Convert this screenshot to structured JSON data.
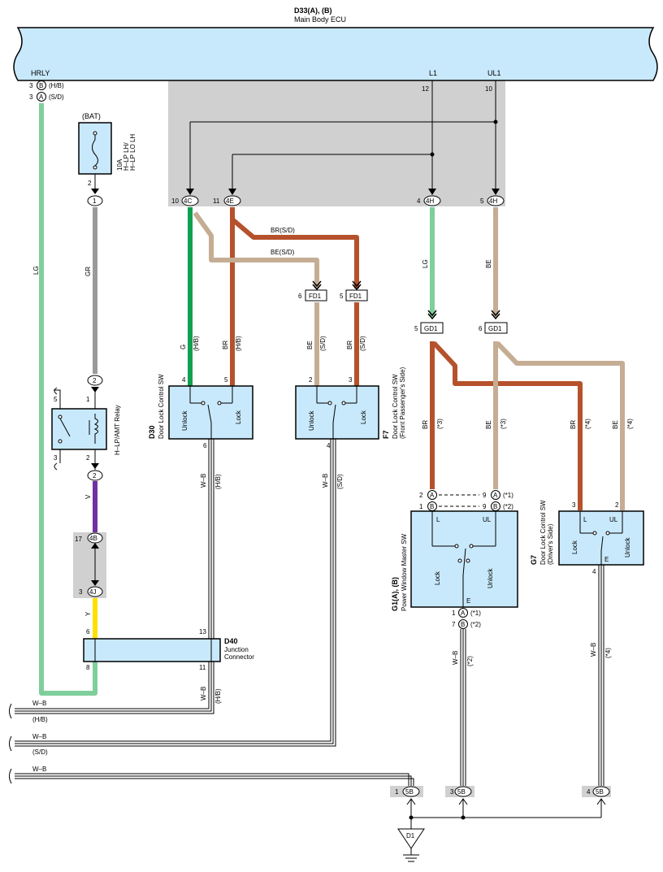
{
  "ecu": {
    "code": "D33(A), (B)",
    "name": "Main Body ECU",
    "hrly": "HRLY",
    "l1": "L1",
    "ul1": "UL1",
    "pin_l1": "12",
    "pin_ul1": "10"
  },
  "hrly_pins": {
    "p1_num": "3",
    "p1_letter": "B",
    "p1_note": "(H/B)",
    "p2_num": "3",
    "p2_letter": "A",
    "p2_note": "(S/D)"
  },
  "fuse": {
    "bat": "(BAT)",
    "rating": "10A",
    "names": [
      "H–LP LH/",
      "H–LP LO LH"
    ],
    "pin": "2",
    "conn": "1"
  },
  "relay": {
    "name": "H–LP/AMT Relay",
    "p2_top": "2",
    "p1": "1",
    "p5": "5",
    "p3": "3",
    "p2_bot_pin": "2",
    "p2_bot_conn": "2"
  },
  "junctions": {
    "j17": "17",
    "j4b": "4B",
    "j3": "3",
    "j4j": "4J"
  },
  "wires": {
    "lg": "LG",
    "gr": "GR",
    "v": "V",
    "y": "Y",
    "g": "G",
    "br": "BR",
    "be": "BE",
    "wb": "W–B",
    "hb": "(H/B)",
    "sd": "(S/D)",
    "br_sd": "BR(S/D)",
    "be_sd": "BE(S/D)",
    "n3": "(*3)",
    "n4": "(*4)",
    "n2": "(*2)"
  },
  "ecu_conn": {
    "p10": "10",
    "c4c": "4C",
    "p11": "11",
    "c4e": "4E",
    "p4": "4",
    "c4h1": "4H",
    "p5": "5",
    "c4h2": "4H"
  },
  "fd": {
    "p6": "6",
    "label": "FD1",
    "p5": "5"
  },
  "gd": {
    "p5": "5",
    "label": "GD1",
    "p6": "6"
  },
  "d30": {
    "code": "D30",
    "name": "Door Lock Control SW",
    "unlock": "Unlock",
    "lock": "Lock",
    "pin4": "4",
    "pin5": "5",
    "pin6": "6"
  },
  "f7": {
    "code": "F7",
    "name": "Door Lock Control SW",
    "side": "(Front Passenger's Side)",
    "unlock": "Unlock",
    "lock": "Lock",
    "pin2": "2",
    "pin3": "3",
    "pin4": "4"
  },
  "g1": {
    "code": "G1(A), (B)",
    "name": "Power Window Master SW",
    "lock": "Lock",
    "unlock": "Unlock",
    "l": "L",
    "ul": "UL",
    "e": "E",
    "r1a": "2",
    "r1b": "A",
    "r1c": "9",
    "r1d": "A",
    "r1e": "(*1)",
    "r2a": "1",
    "r2b": "B",
    "r2c": "9",
    "r2d": "B",
    "r2e": "(*2)",
    "r3a": "1",
    "r3b": "A",
    "r3c": "(*1)",
    "r4a": "7",
    "r4b": "B",
    "r4c": "(*2)"
  },
  "g7": {
    "code": "G7",
    "name": "Door Lock Control SW",
    "side": "(Driver's Side)",
    "lock": "Lock",
    "unlock": "Unlock",
    "l": "L",
    "ul": "UL",
    "e": "E",
    "pin3": "3",
    "pin2": "2",
    "pin4": "4"
  },
  "d40": {
    "code": "D40",
    "name1": "Junction",
    "name2": "Connector",
    "p6": "6",
    "p13": "13",
    "p8": "8",
    "p11": "11"
  },
  "ground": {
    "c1": "1",
    "c3": "3",
    "c4": "4",
    "conn": "5B",
    "d1": "D1"
  },
  "colors": {
    "lg": "#7fcf9b",
    "gr": "#9a9a9a",
    "v": "#7030a0",
    "y": "#ffe000",
    "g": "#0fa050",
    "br": "#b5522c",
    "be": "#c5ad94",
    "panel": "#c8e9fb",
    "shade": "#d0d0d0"
  }
}
